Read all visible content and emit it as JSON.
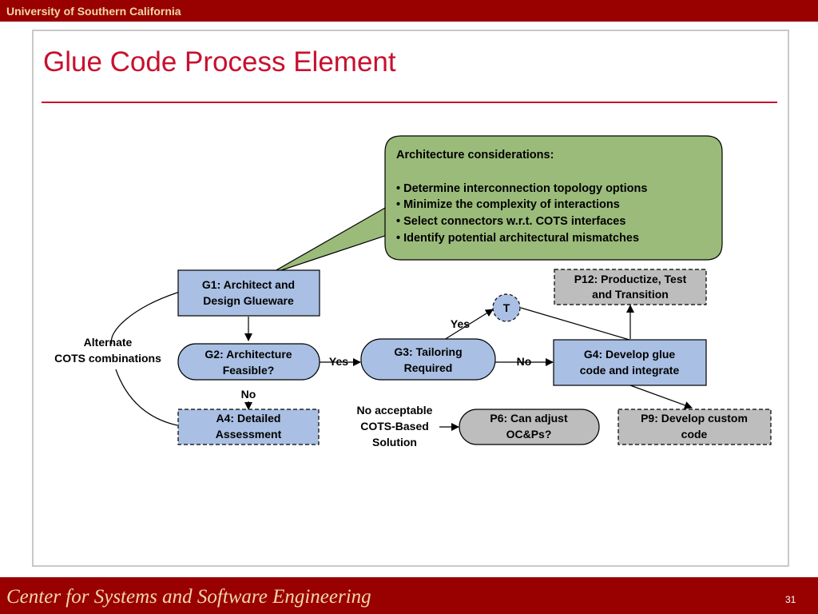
{
  "header": {
    "university": "University of Southern California"
  },
  "slide": {
    "title": "Glue Code Process Element"
  },
  "callout": {
    "heading": "Architecture considerations:",
    "items": [
      "• Determine interconnection topology options",
      "•  Minimize the complexity of interactions",
      "•  Select connectors w.r.t. COTS interfaces",
      "•  Identify potential architectural mismatches"
    ]
  },
  "nodes": {
    "g1": {
      "line1": "G1: Architect and",
      "line2": "Design Glueware"
    },
    "g2": {
      "line1": "G2: Architecture",
      "line2": "Feasible?"
    },
    "g3": {
      "line1": "G3: Tailoring",
      "line2": "Required"
    },
    "g4": {
      "line1": "G4: Develop glue",
      "line2": "code and integrate"
    },
    "a4": {
      "line1": "A4: Detailed",
      "line2": "Assessment"
    },
    "p6": {
      "line1": "P6: Can adjust",
      "line2": "OC&Ps?"
    },
    "p9": {
      "line1": "P9: Develop custom",
      "line2": "code"
    },
    "p12": {
      "line1": "P12: Productize, Test",
      "line2": "and Transition"
    },
    "t": {
      "label": "T"
    }
  },
  "labels": {
    "alternate_line1": "Alternate",
    "alternate_line2": "COTS combinations",
    "g2_yes": "Yes",
    "g2_no": "No",
    "g3_yes": "Yes",
    "g3_no": "No",
    "no_acceptable_line1": "No acceptable",
    "no_acceptable_line2": "COTS-Based",
    "no_acceptable_line3": "Solution"
  },
  "footer": {
    "center_name": "Center for Systems and Software Engineering",
    "page_number": "31"
  },
  "colors": {
    "brand_red": "#990000",
    "title_red": "#c8102e",
    "box_blue": "#a9bfe3",
    "callout_green": "#9bbb7a",
    "process_gray": "#bdbdbd"
  }
}
